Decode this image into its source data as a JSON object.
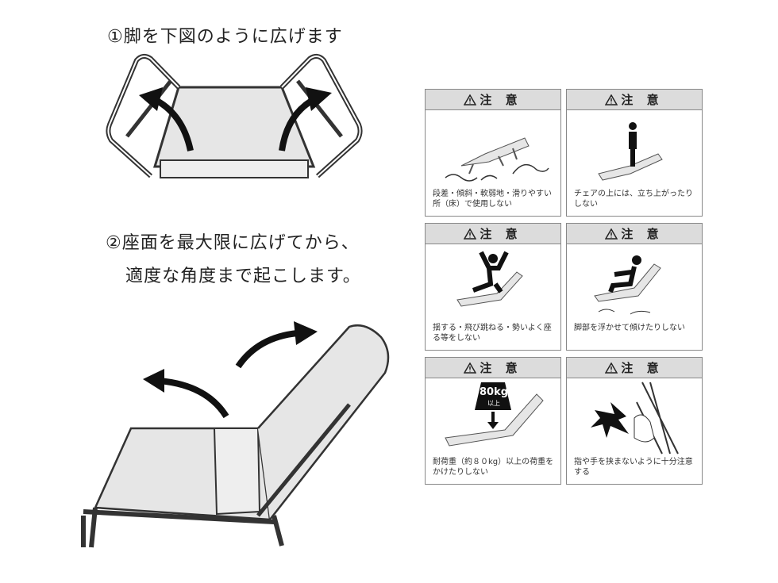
{
  "steps": [
    {
      "text": "①脚を下図のように広げます"
    },
    {
      "line1": "②座面を最大限に広げてから、",
      "line2": "適度な角度まで起こします。"
    }
  ],
  "caution_panels": [
    {
      "header": "注 意",
      "text": "段差・傾斜・軟弱地・滑りやすい所（床）で使用しない",
      "icon": "uneven-ground"
    },
    {
      "header": "注 意",
      "text": "チェアの上には、立ち上がったりしない",
      "icon": "standing-person"
    },
    {
      "header": "注 意",
      "text": "揺する・飛び跳ねる・勢いよく座る等をしない",
      "icon": "jumping-person"
    },
    {
      "header": "注 意",
      "text": "脚部を浮かせて傾けたりしない",
      "icon": "tilting-person"
    },
    {
      "header": "注 意",
      "text": "耐荷重（約８０kg）以上の荷重をかけたりしない",
      "icon": "weight",
      "weight_label": "80kg",
      "weight_sub": "以上"
    },
    {
      "header": "注 意",
      "text": "指や手を挟まないように十分注意する",
      "icon": "pinch-hand"
    }
  ],
  "colors": {
    "panel_header": "#dcdcdc",
    "seat_fill": "#e6e6e6",
    "line": "#333333"
  }
}
